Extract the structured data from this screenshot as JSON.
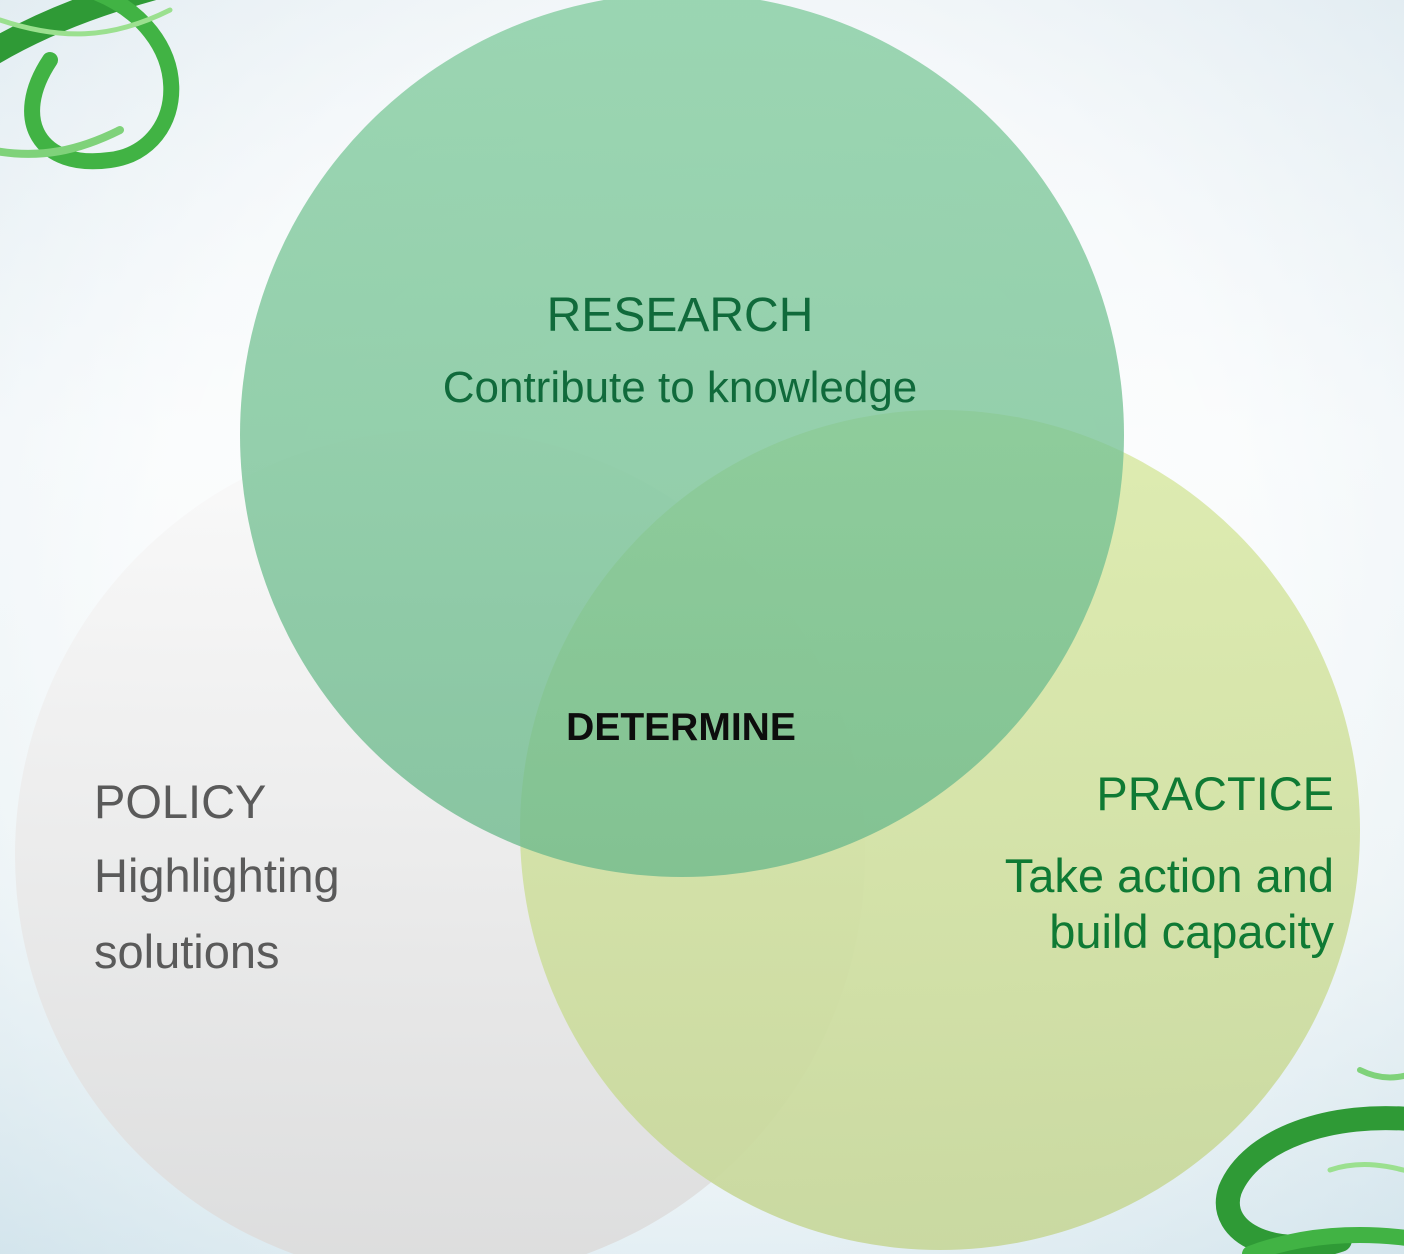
{
  "colors": {
    "research_circle": "#6cc293",
    "policy_circle": "#eaeaea",
    "practice_circle": "#cfe08c",
    "research_text": "#106a3b",
    "policy_text": "#5a5a5a",
    "practice_text": "#0f7a34",
    "center_text": "#0d0d0d",
    "vine": "#3faa3c"
  },
  "diagram": {
    "research": {
      "title": "RESEARCH",
      "subtitle": "Contribute to knowledge"
    },
    "policy": {
      "title": "POLICY",
      "subtitle_line1": "Highlighting",
      "subtitle_line2": "solutions"
    },
    "practice": {
      "title": "PRACTICE",
      "subtitle_line1": "Take action and",
      "subtitle_line2": "build capacity"
    },
    "center": {
      "label": "DETERMINE"
    }
  },
  "decorations": {
    "top_left": "vine-icon",
    "bottom_right": "vine-icon"
  }
}
